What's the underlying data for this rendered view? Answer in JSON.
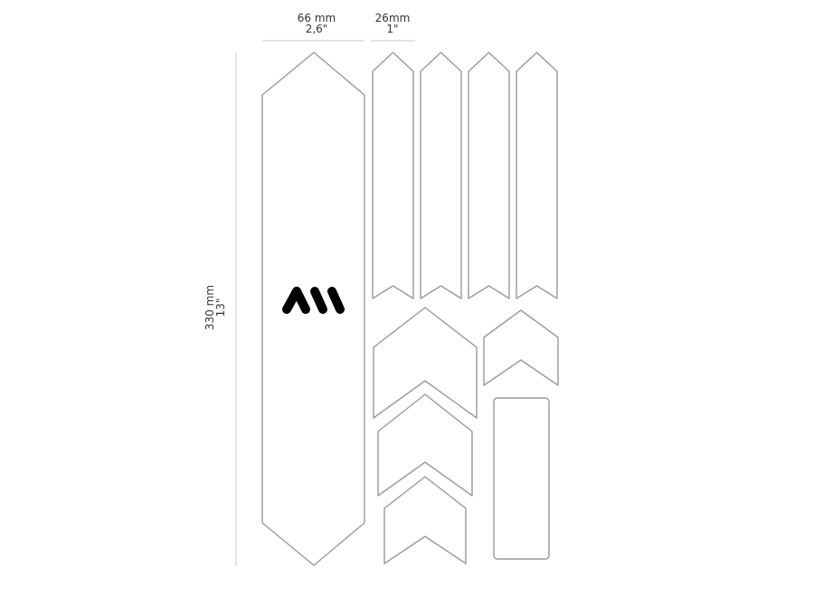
{
  "dimensions": {
    "width_main": {
      "metric": "66 mm",
      "imperial": "2,6\""
    },
    "width_strip": {
      "metric": "26mm",
      "imperial": "1\""
    },
    "height_main": {
      "metric": "330 mm",
      "imperial": "13\""
    }
  },
  "logo": {
    "brand_mark": "AMS",
    "color": "#000000"
  },
  "piece_outline_color": "#9a9a9a"
}
